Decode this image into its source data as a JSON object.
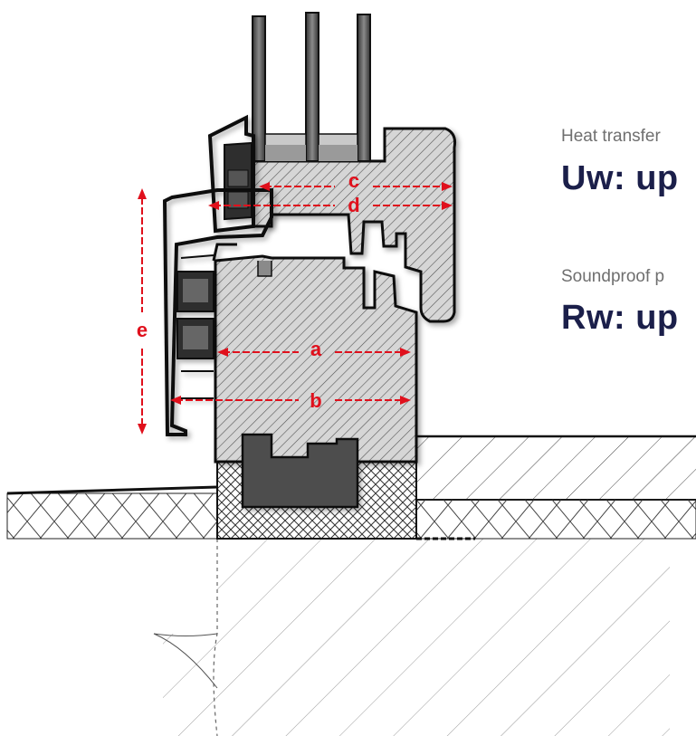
{
  "labels": {
    "heat_caption": "Heat transfer",
    "heat_value": "Uw: up",
    "sound_caption": "Soundproof p",
    "sound_value": "Rw: up"
  },
  "dimensions": {
    "a": "a",
    "b": "b",
    "c": "c",
    "d": "d",
    "e": "e"
  },
  "colors": {
    "dimension": "#e0101c",
    "heading": "#1b1f4a",
    "caption": "#6f6f6f"
  }
}
